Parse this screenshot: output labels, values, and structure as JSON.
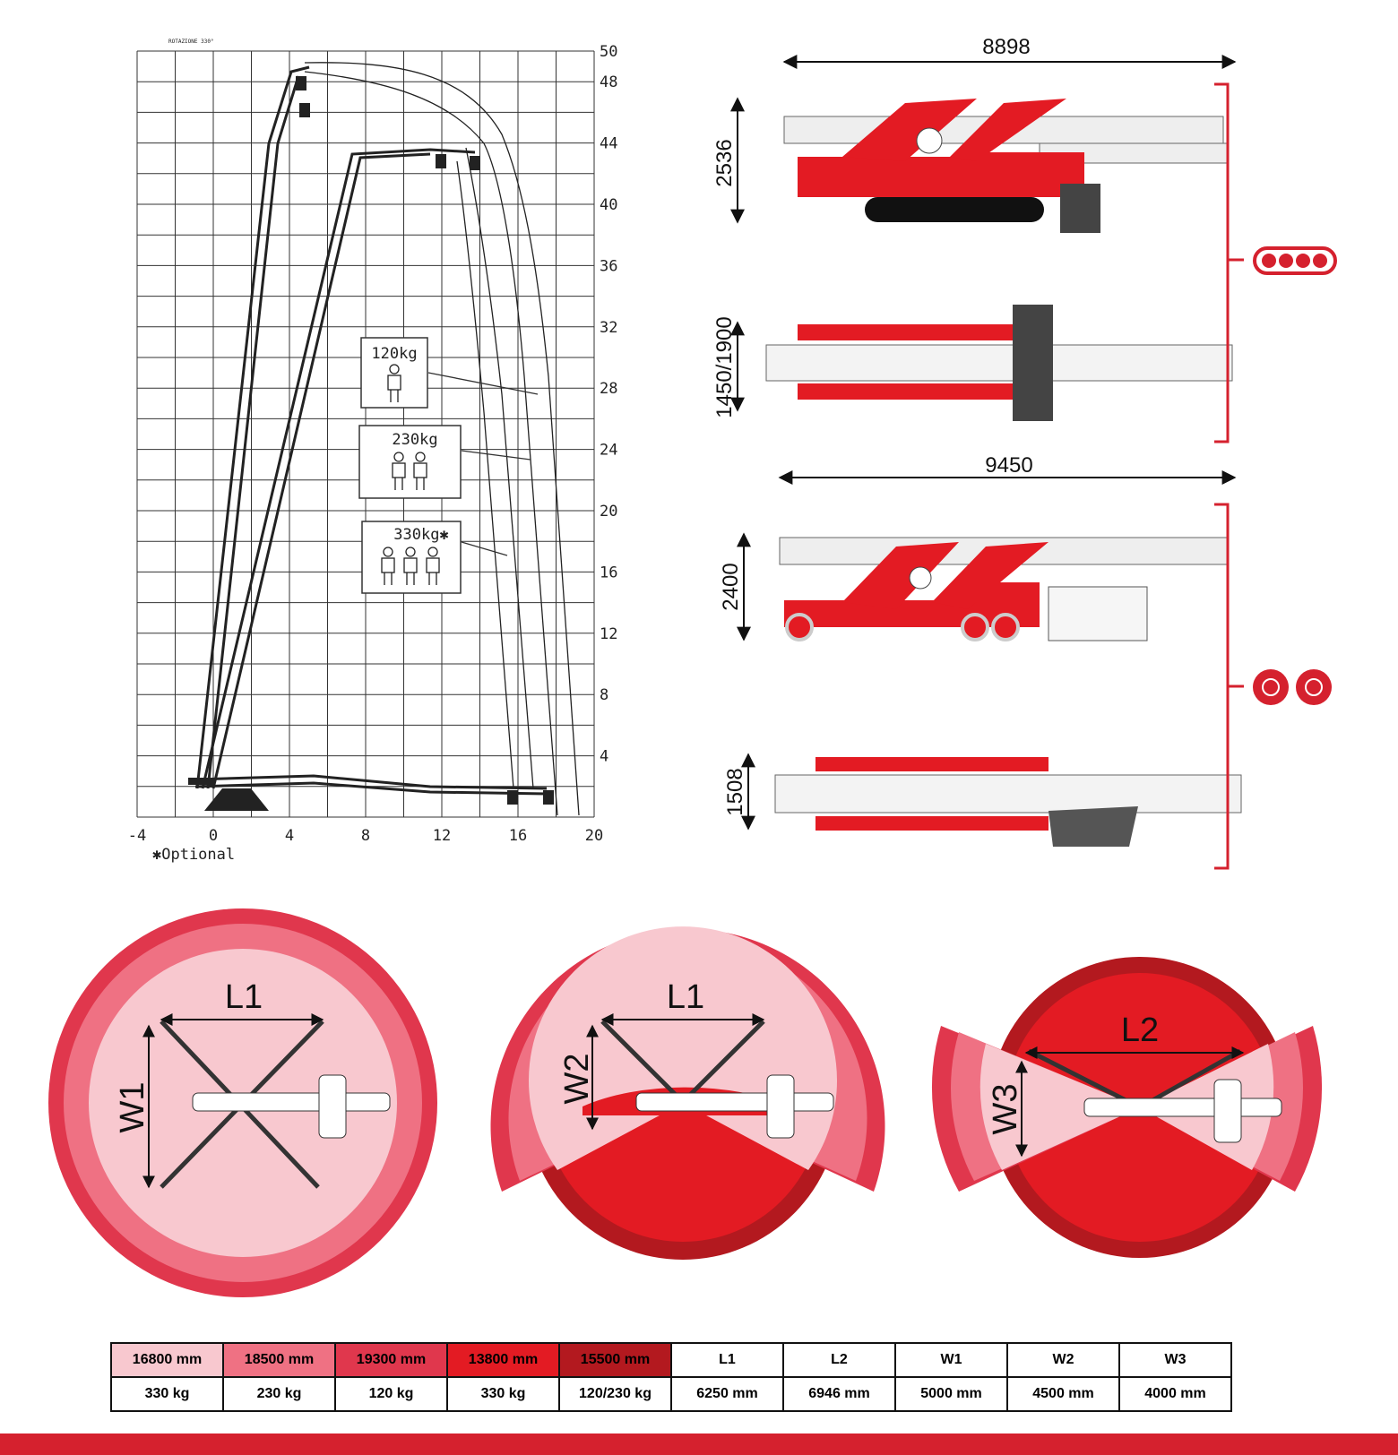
{
  "colors": {
    "brand_red": "#e31b23",
    "zone_1": "#f8c8cf",
    "zone_2": "#ef7183",
    "zone_3": "#e0374d",
    "zone_4": "#e31b23",
    "zone_5": "#b3191f"
  },
  "reach_chart": {
    "rotation_label": "ROTAZIONE 330°",
    "x_ticks": [
      "-4",
      "0",
      "4",
      "8",
      "12",
      "16",
      "20"
    ],
    "y_ticks": [
      "50",
      "48",
      "44",
      "40",
      "36",
      "32",
      "28",
      "24",
      "20",
      "16",
      "12",
      "8",
      "4"
    ],
    "loads": [
      {
        "label": "120kg",
        "persons": 1
      },
      {
        "label": "230kg",
        "persons": 2
      },
      {
        "label": "330kg✱",
        "persons": 3
      }
    ],
    "footnote": "✱Optional"
  },
  "dimensions": {
    "tracked_length": "8898",
    "tracked_height": "2536",
    "tracked_width": "1450/1900",
    "wheeled_length": "9450",
    "wheeled_height": "2400",
    "wheeled_width": "1508"
  },
  "icons": {
    "tracks": "track-icon",
    "wheels": "wheel-icon"
  },
  "outreach_diagrams": {
    "labels": [
      "L1",
      "W1",
      "L1",
      "W2",
      "L2",
      "W3"
    ]
  },
  "spec_table": {
    "row1": [
      "16800 mm",
      "18500 mm",
      "19300 mm",
      "13800 mm",
      "15500 mm",
      "L1",
      "L2",
      "W1",
      "W2",
      "W3"
    ],
    "row2": [
      "330 kg",
      "230 kg",
      "120 kg",
      "330 kg",
      "120/230 kg",
      "6250 mm",
      "6946 mm",
      "5000 mm",
      "4500 mm",
      "4000 mm"
    ],
    "row1_colors": [
      "#f8c8cf",
      "#ef7183",
      "#e0374d",
      "#e31b23",
      "#b3191f",
      "#ffffff",
      "#ffffff",
      "#ffffff",
      "#ffffff",
      "#ffffff"
    ]
  }
}
